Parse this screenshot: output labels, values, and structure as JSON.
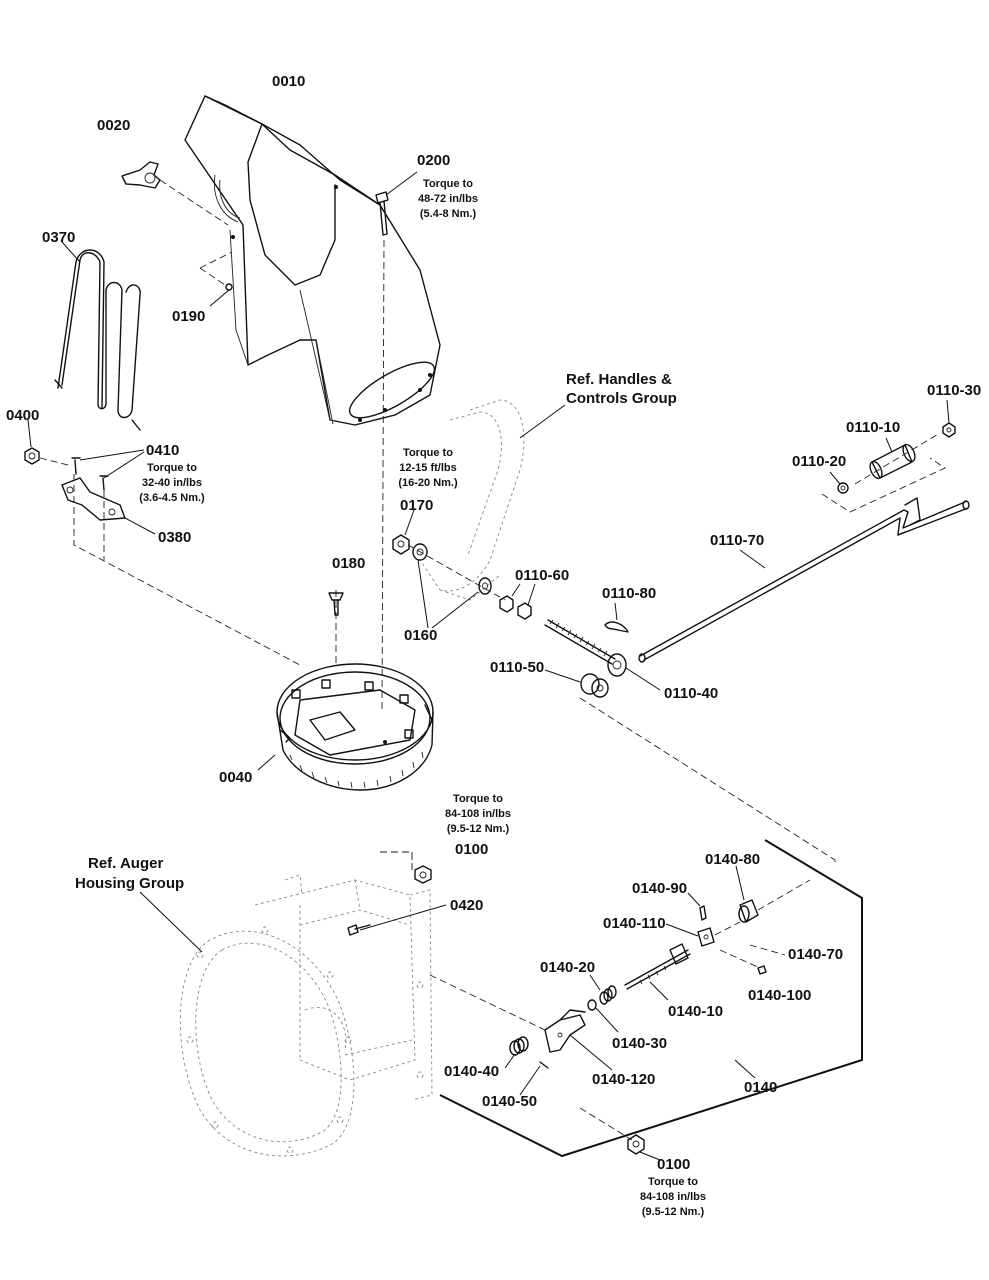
{
  "labels": {
    "p0010": "0010",
    "p0020": "0020",
    "p0200": "0200",
    "p0370": "0370",
    "p0190": "0190",
    "p0400": "0400",
    "p0410": "0410",
    "p0380": "0380",
    "p0170": "0170",
    "p0160": "0160",
    "p0180": "0180",
    "p0040": "0040",
    "p0110_30": "0110-30",
    "p0110_10": "0110-10",
    "p0110_20": "0110-20",
    "p0110_70": "0110-70",
    "p0110_60": "0110-60",
    "p0110_80": "0110-80",
    "p0110_50": "0110-50",
    "p0110_40": "0110-40",
    "p0100_top": "0100",
    "p0420": "0420",
    "p0140_80": "0140-80",
    "p0140_90": "0140-90",
    "p0140_110": "0140-110",
    "p0140_70": "0140-70",
    "p0140_20": "0140-20",
    "p0140_10": "0140-10",
    "p0140_100": "0140-100",
    "p0140_30": "0140-30",
    "p0140_40": "0140-40",
    "p0140_120": "0140-120",
    "p0140_50": "0140-50",
    "p0140": "0140",
    "p0100_bottom": "0100"
  },
  "refs": {
    "handles_line1": "Ref. Handles &",
    "handles_line2": "Controls Group",
    "auger_line1": "Ref. Auger",
    "auger_line2": "Housing Group"
  },
  "torques": {
    "t0200": [
      "Torque to",
      "48-72 in/lbs",
      "(5.4-8 Nm.)"
    ],
    "t0410": [
      "Torque to",
      "32-40 in/lbs",
      "(3.6-4.5 Nm.)"
    ],
    "t0170": [
      "Torque to",
      "12-15 ft/lbs",
      "(16-20 Nm.)"
    ],
    "t0100_top": [
      "Torque to",
      "84-108 in/lbs",
      "(9.5-12 Nm.)"
    ],
    "t0100_bottom": [
      "Torque to",
      "84-108 in/lbs",
      "(9.5-12 Nm.)"
    ]
  }
}
